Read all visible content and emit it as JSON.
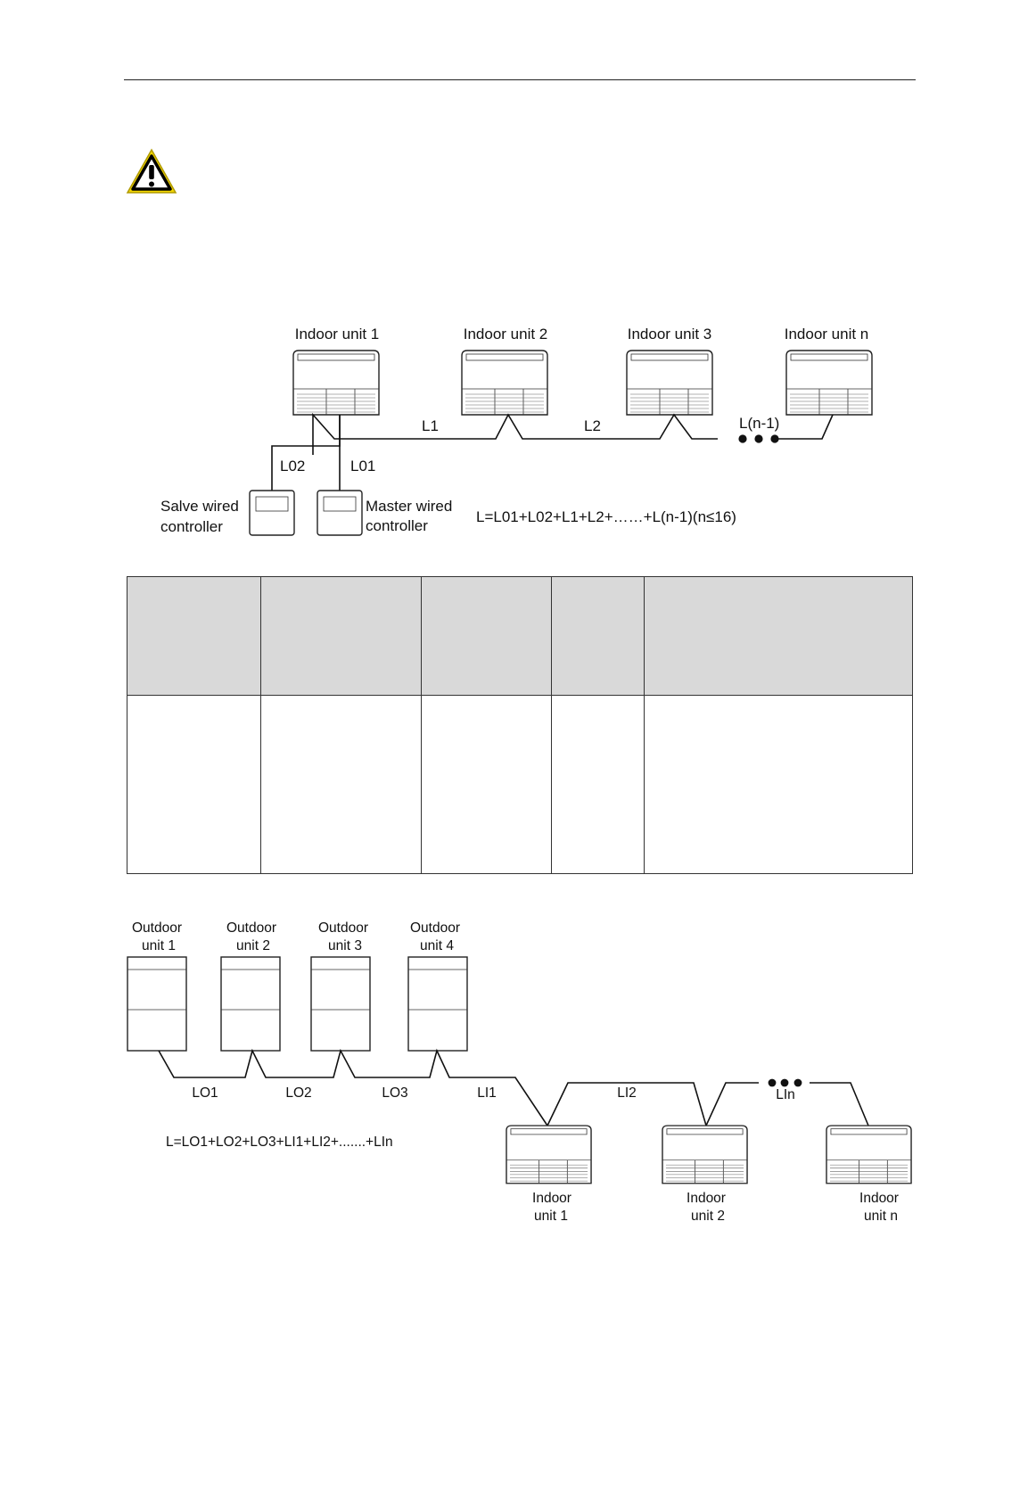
{
  "diagram1": {
    "indoor_units": [
      "Indoor unit 1",
      "Indoor unit 2",
      "Indoor unit 3",
      "Indoor unit n"
    ],
    "segments": [
      "L1",
      "L2",
      "L(n-1)"
    ],
    "controller_wires": [
      "L02",
      "L01"
    ],
    "slave_controller": [
      "Salve wired",
      "controller"
    ],
    "master_controller": [
      "Master wired",
      "controller"
    ],
    "formula": "L=L01+L02+L1+L2+……+L(n-1)(n≤16)"
  },
  "table": {
    "header": [
      "",
      "",
      "",
      "",
      ""
    ],
    "rows": [
      [
        "",
        "",
        "",
        "",
        ""
      ]
    ]
  },
  "diagram2": {
    "outdoor_units": [
      [
        "Outdoor",
        "unit 1"
      ],
      [
        "Outdoor",
        "unit 2"
      ],
      [
        "Outdoor",
        "unit 3"
      ],
      [
        "Outdoor",
        "unit 4"
      ]
    ],
    "outdoor_segments": [
      "LO1",
      "LO2",
      "LO3"
    ],
    "indoor_segments": [
      "LI1",
      "LI2",
      "LIn"
    ],
    "indoor_units": [
      [
        "Indoor",
        "unit 1"
      ],
      [
        "Indoor",
        "unit 2"
      ],
      [
        "Indoor",
        "unit n"
      ]
    ],
    "formula": "L=LO1+LO2+LO3+LI1+LI2+.......+LIn"
  },
  "colors": {
    "line": "#111111",
    "table_header": "#d9d9d9",
    "warning_fill": "#f5d800"
  },
  "icons": {
    "warning": "warning-triangle-icon"
  }
}
